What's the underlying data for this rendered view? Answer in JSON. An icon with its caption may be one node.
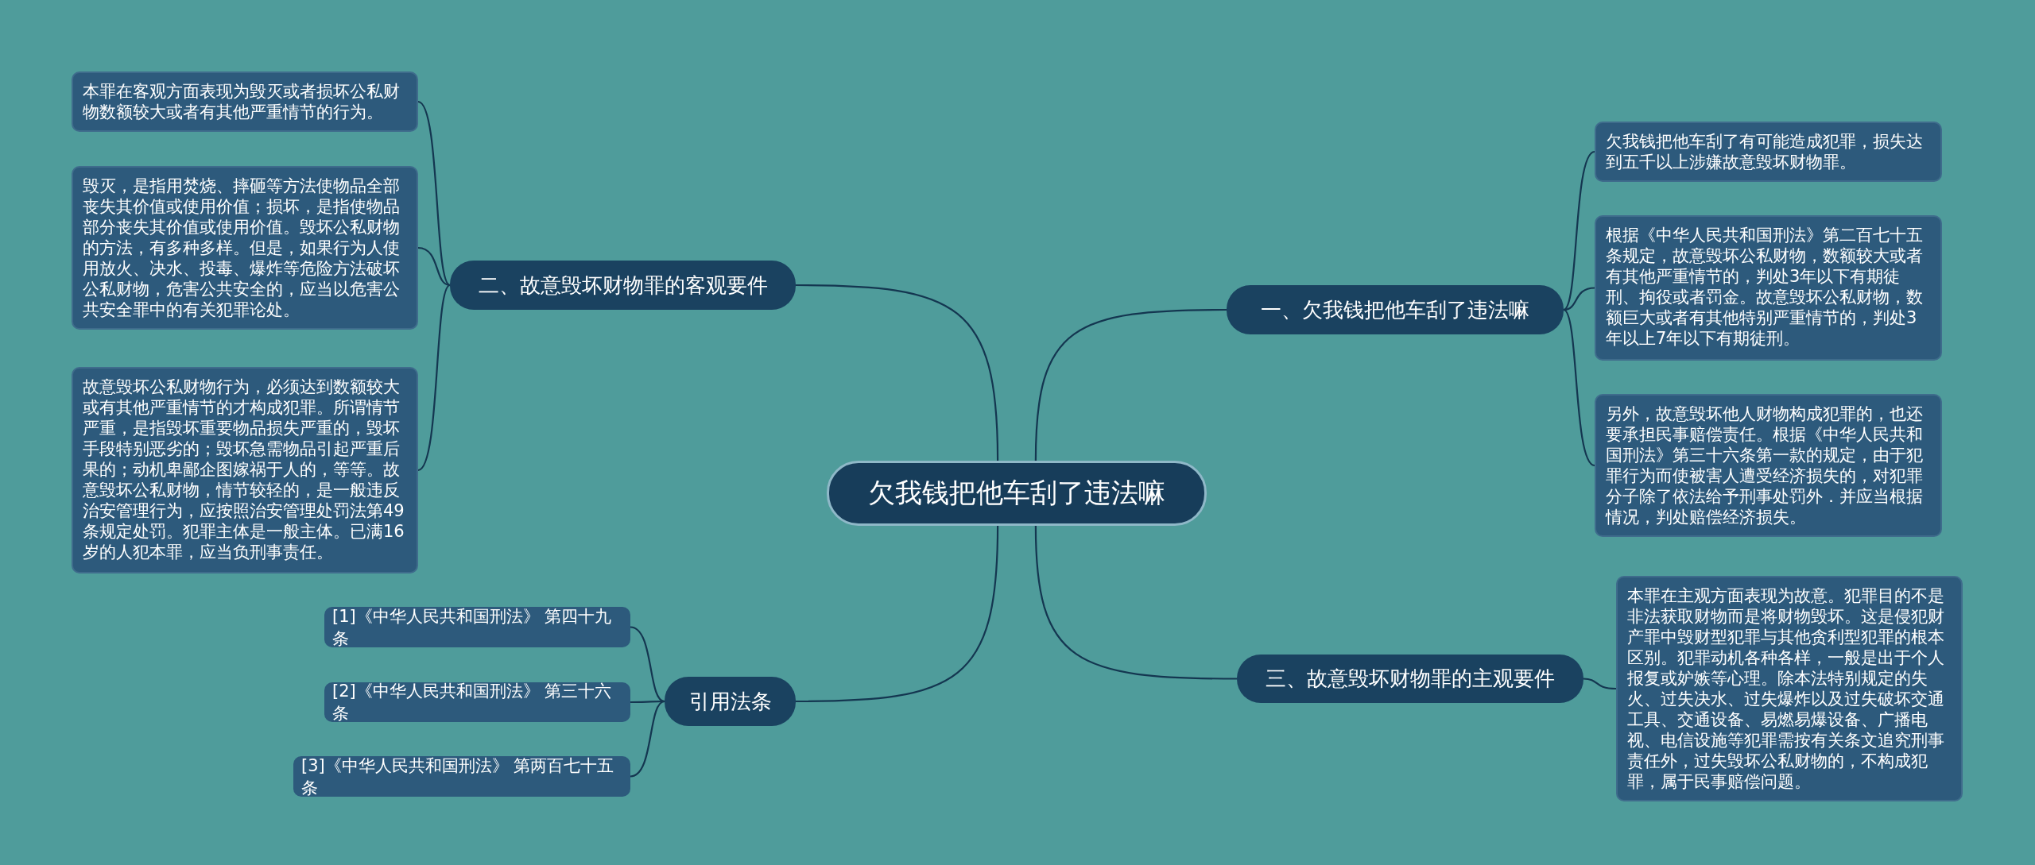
{
  "diagram": {
    "nodes": [
      {
        "text": [
          "欠我钱把他车刮了违法嘛"
        ]
      },
      {
        "text": [
          "一、欠我钱把他车刮了违法嘛"
        ]
      },
      {
        "text": [
          "欠我钱把他车刮了有可能造成犯罪，损失达到五千以上涉嫌故意毁坏财物罪。"
        ]
      },
      {
        "text": [
          "根据《中华人民共和国刑法》第二百七十五条规定，故意毁坏公私财物，数额较大或者有其他严重情节的，判处3年以下有期徒刑、拘役或者罚金。故意毁坏公私财物，数额巨大或者有其他特别严重情节的，判处3年以上7年以下有期徒刑。"
        ]
      },
      {
        "text": [
          "另外，故意毁坏他人财物构成犯罪的，也还要承担民事赔偿责任。根据《中华人民共和国刑法》第三十六条第一款的规定，由于犯罪行为而使被害人遭受经济损失的，对犯罪分子除了依法给予刑事处罚外．并应当根据情况，判处赔偿经济损失。"
        ]
      },
      {
        "text": [
          "二、故意毁坏财物罪的客观要件"
        ]
      },
      {
        "text": [
          "本罪在客观方面表现为毁灭或者损坏公私财物数额较大或者有其他严重情节的行为。"
        ]
      },
      {
        "text": [
          "毁灭，是指用焚烧、摔砸等方法使物品全部丧失其价值或使用价值；损坏，是指使物品部分丧失其价值或使用价值。毁坏公私财物的方法，有多种多样。但是，如果行为人使用放火、决水、投毒、爆炸等危险方法破坏公私财物，危害公共安全的，应当以危害公共安全罪中的有关犯罪论处。"
        ]
      },
      {
        "text": [
          "故意毁坏公私财物行为，必须达到数额较大或有其他严重情节的才构成犯罪。所谓情节严重，是指毁坏重要物品损失严重的，毁坏手段特别恶劣的；毁坏急需物品引起严重后果的；动机卑鄙企图嫁祸于人的，等等。故意毁坏公私财物，情节较轻的，是一般违反治安管理行为，应按照治安管理处罚法第49条规定处罚。犯罪主体是一般主体。已满16岁的人犯本罪，应当负刑事责任。"
        ]
      },
      {
        "text": [
          "三、故意毁坏财物罪的主观要件"
        ]
      },
      {
        "text": [
          "本罪在主观方面表现为故意。犯罪目的不是非法获取财物而是将财物毁坏。这是侵犯财产罪中毁财型犯罪与其他贪利型犯罪的根本区别。犯罪动机各种各样，一般是出于个人报复或妒嫉等心理。除本法特别规定的失火、过失决水、过失爆炸以及过失破坏交通工具、交通设备、易燃易爆设备、广播电视、电信设施等犯罪需按有关条文追究刑事责任外，过失毁坏公私财物的，不构成犯罪，属于民事赔偿问题。"
        ]
      },
      {
        "text": [
          "引用法条"
        ]
      },
      {
        "text": [
          "[1]《中华人民共和国刑法》 第四十九条"
        ]
      },
      {
        "text": [
          "[2]《中华人民共和国刑法》 第三十六条"
        ]
      },
      {
        "text": [
          "[3]《中华人民共和国刑法》 第两百七十五条"
        ]
      }
    ],
    "edges": [
      {
        "from": 0,
        "to": 1,
        "arrow": "none"
      },
      {
        "from": 1,
        "to": 2,
        "arrow": "none"
      },
      {
        "from": 1,
        "to": 3,
        "arrow": "none"
      },
      {
        "from": 1,
        "to": 4,
        "arrow": "none"
      },
      {
        "from": 0,
        "to": 5,
        "arrow": "none"
      },
      {
        "from": 5,
        "to": 6,
        "arrow": "none"
      },
      {
        "from": 5,
        "to": 7,
        "arrow": "none"
      },
      {
        "from": 5,
        "to": 8,
        "arrow": "none"
      },
      {
        "from": 0,
        "to": 9,
        "arrow": "none"
      },
      {
        "from": 9,
        "to": 10,
        "arrow": "none"
      },
      {
        "from": 0,
        "to": 11,
        "arrow": "none"
      },
      {
        "from": 11,
        "to": 12,
        "arrow": "none"
      },
      {
        "from": 11,
        "to": 13,
        "arrow": "none"
      },
      {
        "from": 11,
        "to": 14,
        "arrow": "none"
      }
    ]
  }
}
